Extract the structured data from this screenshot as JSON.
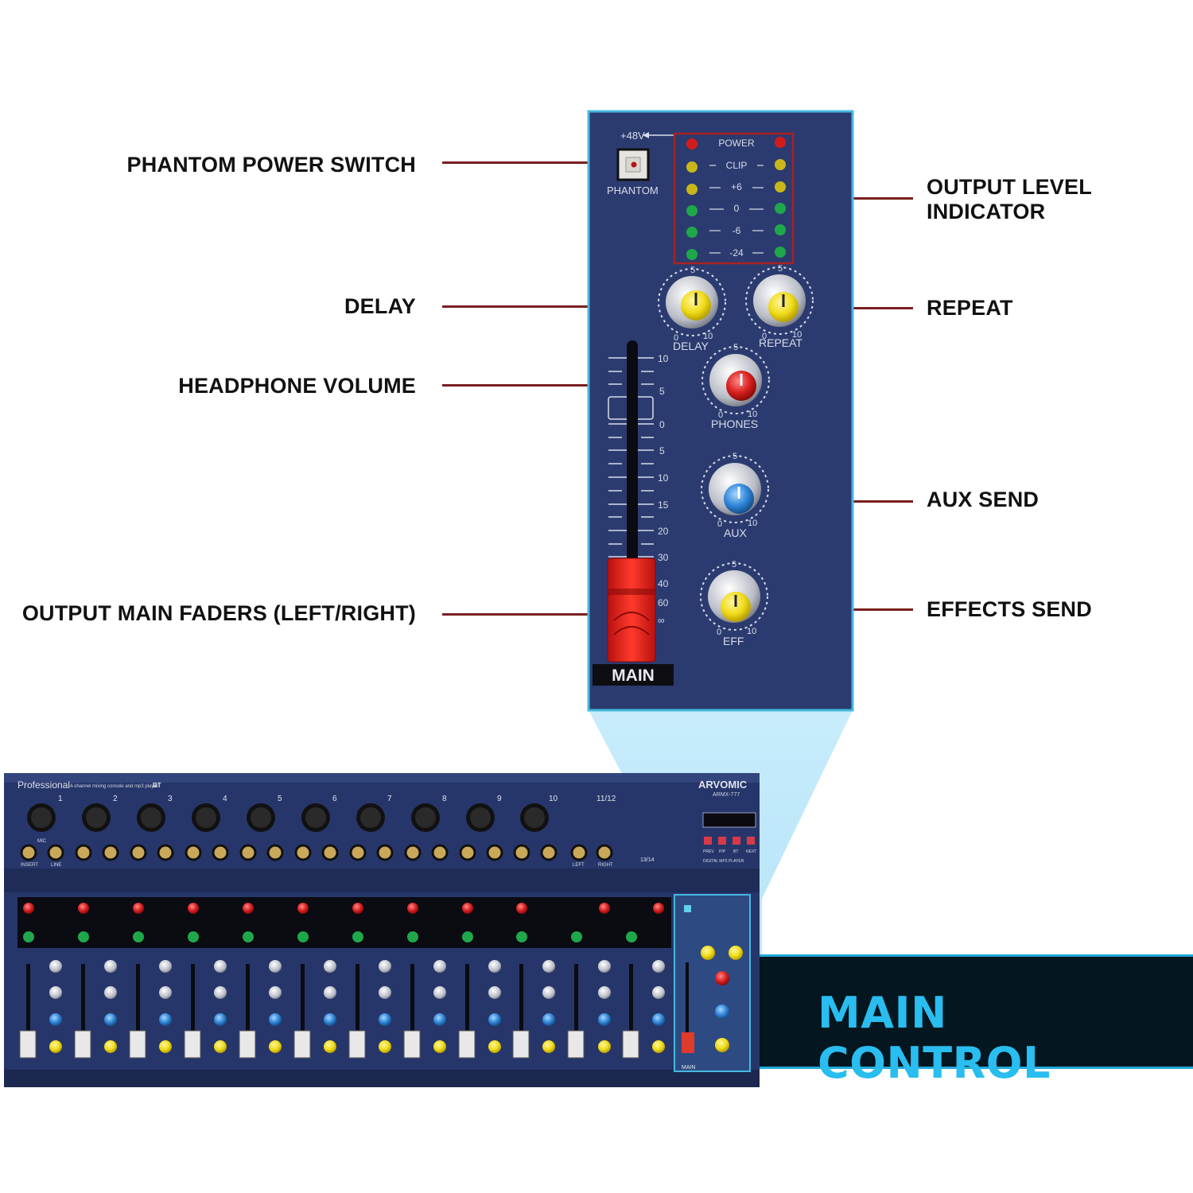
{
  "callouts": {
    "phantom_power_switch": "PHANTOM POWER SWITCH",
    "output_level_indicator_line1": "OUTPUT LEVEL",
    "output_level_indicator_line2": "INDICATOR",
    "delay": "DELAY",
    "repeat": "REPEAT",
    "headphone_volume": "HEADPHONE VOLUME",
    "aux_send": "AUX SEND",
    "output_main_faders": "OUTPUT MAIN FADERS (LEFT/RIGHT)",
    "effects_send": "EFFECTS SEND"
  },
  "panel": {
    "phantom_voltage": "+48V",
    "phantom_label": "PHANTOM",
    "meter_labels": [
      "POWER",
      "CLIP",
      "+6",
      "0",
      "-6",
      "-24"
    ],
    "delay_label": "DELAY",
    "repeat_label": "REPEAT",
    "phones_label": "PHONES",
    "aux_label": "AUX",
    "eff_label": "EFF",
    "knob_scale": {
      "min": "0",
      "mid": "5",
      "max": "10"
    },
    "fader_scale": [
      "10",
      "5",
      "0",
      "5",
      "10",
      "15",
      "20",
      "30",
      "40",
      "60",
      "∞"
    ],
    "main_label": "MAIN"
  },
  "mixer": {
    "brand_left": "Professional",
    "brand_sub": "4-channel mixing console and mp3 player",
    "bt_badge": "BT",
    "brand_right": "ARVOMIC",
    "model": "ARMX-777",
    "channels": [
      "1",
      "2",
      "3",
      "4",
      "5",
      "6",
      "7",
      "8",
      "9",
      "10"
    ],
    "stereo_channels": [
      "11/12",
      "13/14"
    ],
    "jack_labels": {
      "insert": "INSERT",
      "line": "LINE",
      "mic": "MIC",
      "left": "LEFT",
      "right": "RIGHT"
    },
    "mp3_player_label": "DIGITAL MP3 PLAYER",
    "mp3_buttons": [
      "PREV",
      "P/P",
      "BT",
      "NEXT"
    ],
    "main_label": "MAIN"
  },
  "banner": {
    "title": "MAIN CONTROL"
  },
  "colors": {
    "panel": "#2c3b6f",
    "panel_border": "#46b8e0",
    "leader": "#7a1f1f",
    "banner_text": "#29bdf0",
    "knob_yellow": "#f0dc1a",
    "knob_red": "#d81f1f",
    "knob_blue": "#2f86d8"
  }
}
